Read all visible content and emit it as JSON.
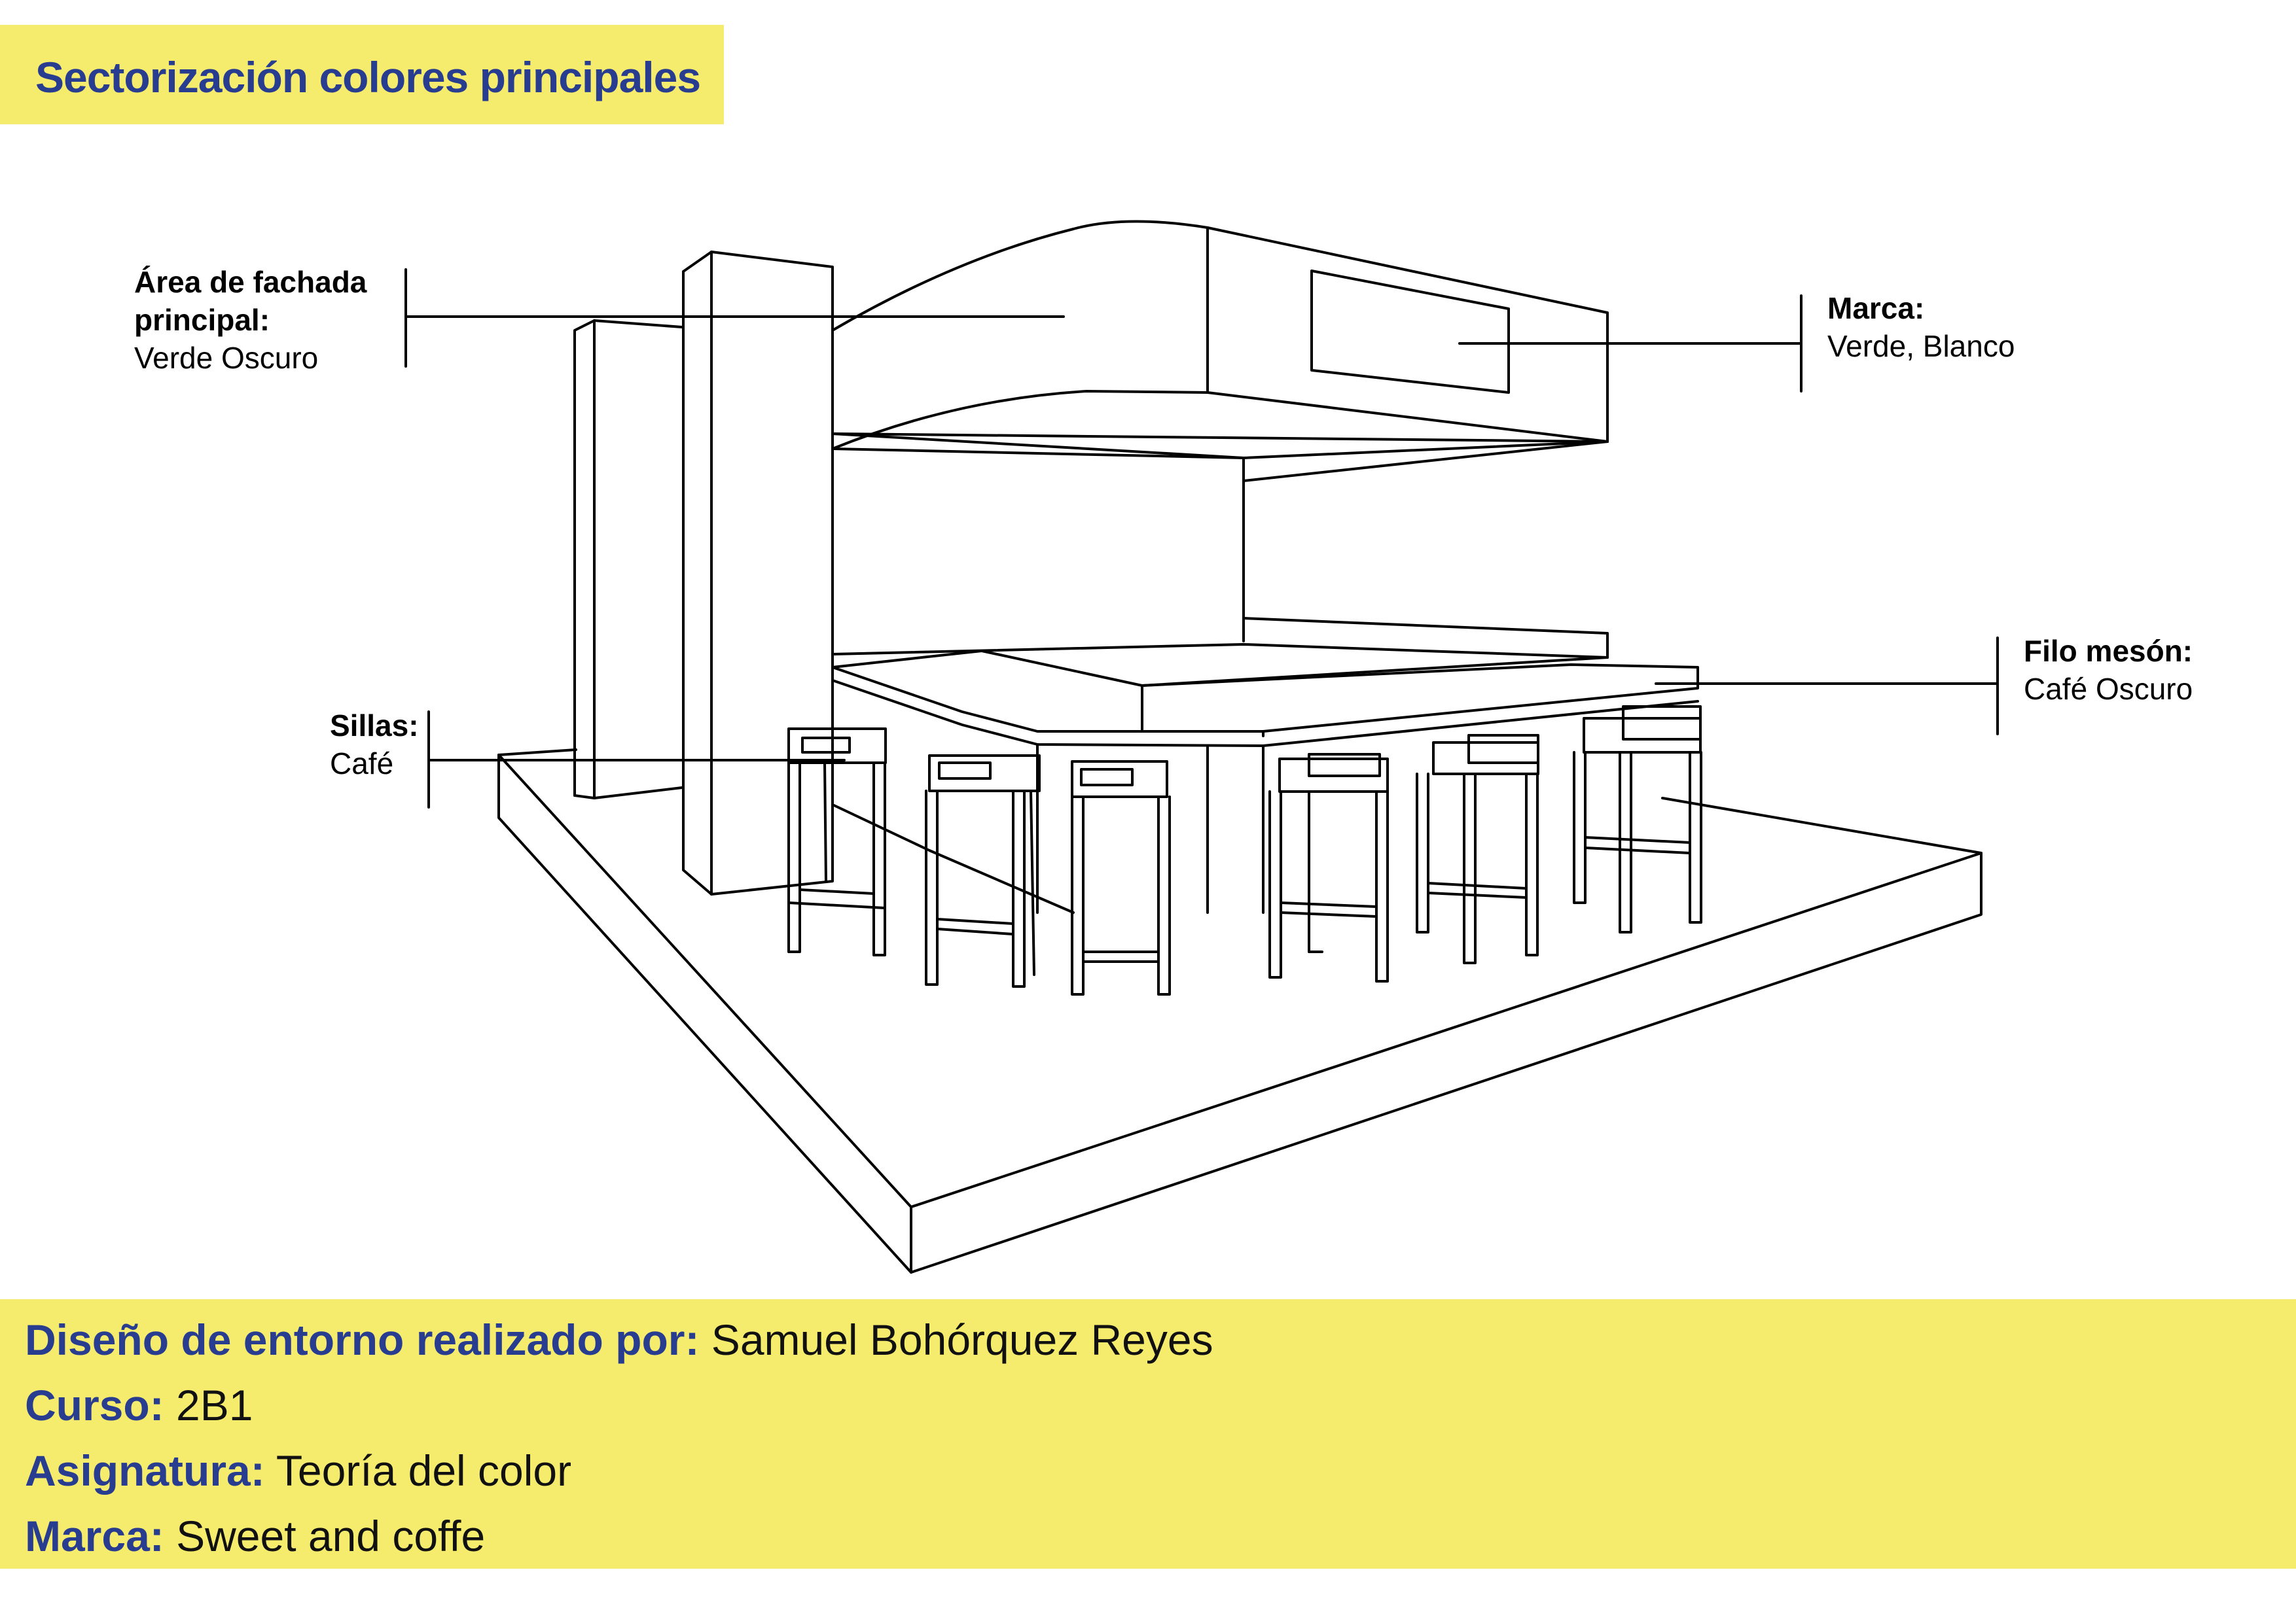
{
  "title": "Sectorización colores principales",
  "labels": {
    "fachada": {
      "title_line1": "Área de fachada",
      "title_line2": "principal:",
      "value": "Verde Oscuro"
    },
    "marca": {
      "title": "Marca:",
      "value": "Verde, Blanco"
    },
    "filo": {
      "title": "Filo mesón:",
      "value": "Café Oscuro"
    },
    "sillas": {
      "title": "Sillas:",
      "value": "Café"
    }
  },
  "footer": {
    "disenio": {
      "key": "Diseño de entorno realizado por:",
      "value": "Samuel Bohórquez Reyes"
    },
    "curso": {
      "key": "Curso:",
      "value": "2B1"
    },
    "asignatura": {
      "key": "Asignatura:",
      "value": "Teoría del color"
    },
    "marca": {
      "key": "Marca:",
      "value": "Sweet and coffe"
    }
  },
  "colors": {
    "banner": "#f5ec6e",
    "heading": "#283d8f",
    "line": "#000000"
  }
}
